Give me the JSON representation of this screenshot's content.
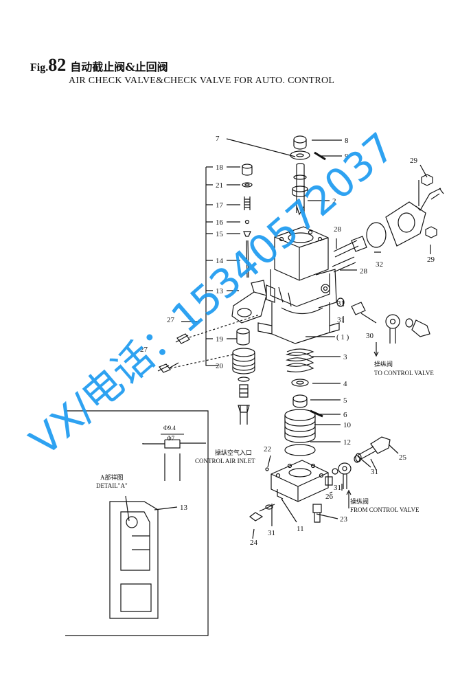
{
  "title": {
    "prefix": "Fig.",
    "number": "82",
    "chinese": "自动截止阀&止回阀",
    "english": "AIR CHECK VALVE&CHECK VALVE FOR AUTO. CONTROL"
  },
  "callouts": {
    "c1": "( 1 )",
    "c2": "2",
    "c3": "3",
    "c4": "4",
    "c5": "5",
    "c6": "6",
    "c7": "7",
    "c8": "8",
    "c9": "9",
    "c10": "10",
    "c11": "11",
    "c12": "12",
    "c13": "13",
    "c13d": "13",
    "c14": "14",
    "c15": "15",
    "c16": "16",
    "c17": "17",
    "c18": "18",
    "c19": "19",
    "c20": "20",
    "c21": "21",
    "c22": "22",
    "c23": "23",
    "c24": "24",
    "c25": "25",
    "c26": "26",
    "c27a": "27",
    "c27b": "27",
    "c28a": "28",
    "c28b": "28",
    "c29a": "29",
    "c29b": "29",
    "c30": "30",
    "c31a": "31",
    "c31b": "31",
    "c31c": "31",
    "c31d": "31",
    "c31e": "31",
    "c32": "32"
  },
  "notes": {
    "to_cn": "操纵阀",
    "to_en": "TO CONTROL VALVE",
    "air_cn": "操纵空气入口",
    "air_en": "CONTROL AIR INLET",
    "from_cn": "操纵阀",
    "from_en": "FROM CONTROL VALVE"
  },
  "detail": {
    "label_cn": "A部祥图",
    "label_en": "DETAIL\"A\"",
    "dim_outer": "Φ9.4",
    "dim_inner": "Φ7"
  },
  "watermark": "VX/电话：15340572037",
  "colors": {
    "watermark": "#1d9bf0",
    "ink": "#111111"
  }
}
